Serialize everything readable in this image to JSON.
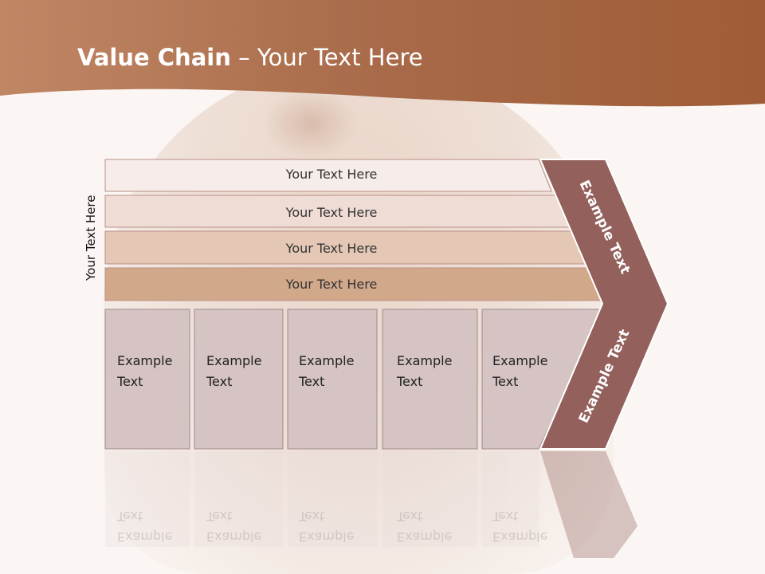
{
  "title": {
    "bold": "Value Chain",
    "rest": " – Your Text Here"
  },
  "side_label": "Your Text Here",
  "bands": [
    {
      "label": "Your Text Here"
    },
    {
      "label": "Your Text Here"
    },
    {
      "label": "Your Text Here"
    },
    {
      "label": "Your Text Here"
    }
  ],
  "boxes": [
    {
      "line1": "Example",
      "line2": "Text"
    },
    {
      "line1": "Example",
      "line2": "Text"
    },
    {
      "line1": "Example",
      "line2": "Text"
    },
    {
      "line1": "Example",
      "line2": "Text"
    },
    {
      "line1": "Example",
      "line2": "Text"
    }
  ],
  "chevron": {
    "upper": "Example Text",
    "lower": "Example Text"
  },
  "colors": {
    "header": "#a9694a",
    "chevron": "#93605c",
    "box": "#d6c3c3",
    "band1": "#f6ecea",
    "band2": "#efddd5",
    "band3": "#e5c7b5",
    "band4": "#d2a88b"
  }
}
